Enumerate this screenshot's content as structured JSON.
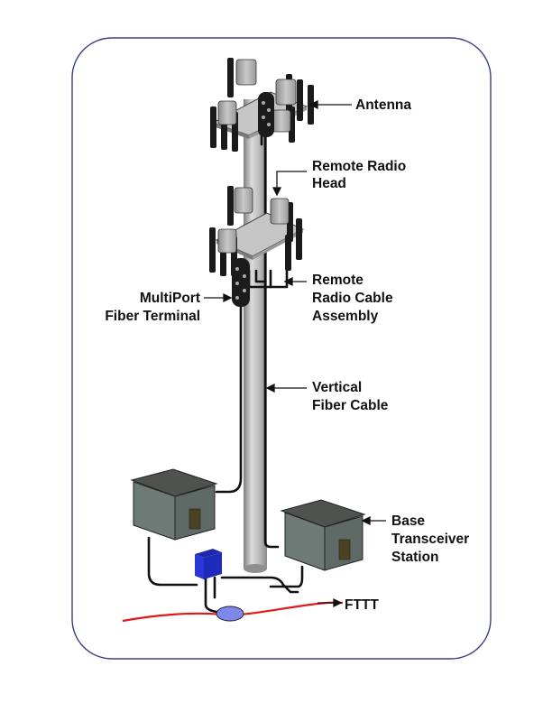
{
  "labels": {
    "antenna": "Antenna",
    "rrh_line1": "Remote Radio",
    "rrh_line2": "Head",
    "rrc_line1": "Remote",
    "rrc_line2": "Radio Cable",
    "rrc_line3": "Assembly",
    "mpft_line1": "MultiPort",
    "mpft_line2": "Fiber Terminal",
    "vfc_line1": "Vertical",
    "vfc_line2": "Fiber Cable",
    "bts_line1": "Base",
    "bts_line2": "Transceiver",
    "bts_line3": "Station",
    "fttt": "FTTT"
  },
  "colors": {
    "frame": "#3a3c8c",
    "pole_light": "#d4d4d4",
    "pole_dark": "#8e8e8e",
    "antenna_panel": "#1a1a1a",
    "rrh_box": "#a6a6a6",
    "cabinet_front": "#6e7a76",
    "cabinet_roof": "#50534f",
    "cabinet_door": "#4a4220",
    "fttt_cable": "#e01a1a",
    "splice_closure": "#7d88ea",
    "junction_box": "#2a36d6",
    "cable": "#111111"
  }
}
